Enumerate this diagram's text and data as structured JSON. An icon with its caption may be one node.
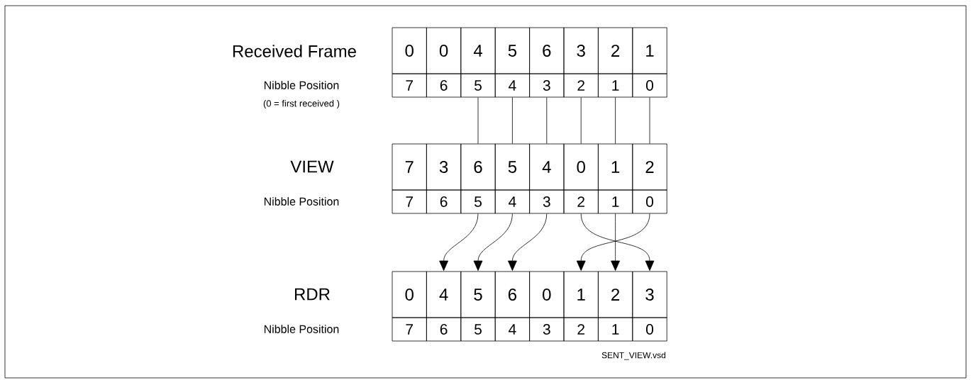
{
  "diagram": {
    "nodes": [
      {
        "text": [
          "0"
        ]
      },
      {
        "text": [
          "0"
        ]
      },
      {
        "text": [
          "4"
        ]
      },
      {
        "text": [
          "5"
        ]
      },
      {
        "text": [
          "6"
        ]
      },
      {
        "text": [
          "3"
        ]
      },
      {
        "text": [
          "2"
        ]
      },
      {
        "text": [
          "1"
        ]
      },
      {
        "text": [
          "7"
        ]
      },
      {
        "text": [
          "6"
        ]
      },
      {
        "text": [
          "5"
        ]
      },
      {
        "text": [
          "4"
        ]
      },
      {
        "text": [
          "3"
        ]
      },
      {
        "text": [
          "2"
        ]
      },
      {
        "text": [
          "1"
        ]
      },
      {
        "text": [
          "0"
        ]
      },
      {
        "text": [
          "7"
        ]
      },
      {
        "text": [
          "3"
        ]
      },
      {
        "text": [
          "6"
        ]
      },
      {
        "text": [
          "5"
        ]
      },
      {
        "text": [
          "4"
        ]
      },
      {
        "text": [
          "0"
        ]
      },
      {
        "text": [
          "1"
        ]
      },
      {
        "text": [
          "2"
        ]
      },
      {
        "text": [
          "7"
        ]
      },
      {
        "text": [
          "6"
        ]
      },
      {
        "text": [
          "5"
        ]
      },
      {
        "text": [
          "4"
        ]
      },
      {
        "text": [
          "3"
        ]
      },
      {
        "text": [
          "2"
        ]
      },
      {
        "text": [
          "1"
        ]
      },
      {
        "text": [
          "0"
        ]
      },
      {
        "text": [
          "0"
        ]
      },
      {
        "text": [
          "4"
        ]
      },
      {
        "text": [
          "5"
        ]
      },
      {
        "text": [
          "6"
        ]
      },
      {
        "text": [
          "0"
        ]
      },
      {
        "text": [
          "1"
        ]
      },
      {
        "text": [
          "2"
        ]
      },
      {
        "text": [
          "3"
        ]
      },
      {
        "text": [
          "7"
        ]
      },
      {
        "text": [
          "6"
        ]
      },
      {
        "text": [
          "5"
        ]
      },
      {
        "text": [
          "4"
        ]
      },
      {
        "text": [
          "3"
        ]
      },
      {
        "text": [
          "2"
        ]
      },
      {
        "text": [
          "1"
        ]
      },
      {
        "text": [
          "0"
        ]
      }
    ],
    "edges": [
      {
        "from": 10,
        "to": 18,
        "arrow": "none"
      },
      {
        "from": 11,
        "to": 19,
        "arrow": "none"
      },
      {
        "from": 12,
        "to": 20,
        "arrow": "none"
      },
      {
        "from": 13,
        "to": 21,
        "arrow": "none"
      },
      {
        "from": 14,
        "to": 22,
        "arrow": "none"
      },
      {
        "from": 15,
        "to": 23,
        "arrow": "none"
      },
      {
        "from": 26,
        "to": 33,
        "arrow": "to"
      },
      {
        "from": 27,
        "to": 34,
        "arrow": "to"
      },
      {
        "from": 28,
        "to": 35,
        "arrow": "to"
      },
      {
        "from": 29,
        "to": 39,
        "arrow": "to"
      },
      {
        "from": 30,
        "to": 38,
        "arrow": "to"
      },
      {
        "from": 31,
        "to": 37,
        "arrow": "to"
      }
    ],
    "labels": [
      "Received Frame",
      "Nibble Position",
      "(0 = first received )",
      "VIEW",
      "Nibble Position",
      "RDR",
      "Nibble Position",
      "SENT_VIEW.vsd"
    ]
  }
}
